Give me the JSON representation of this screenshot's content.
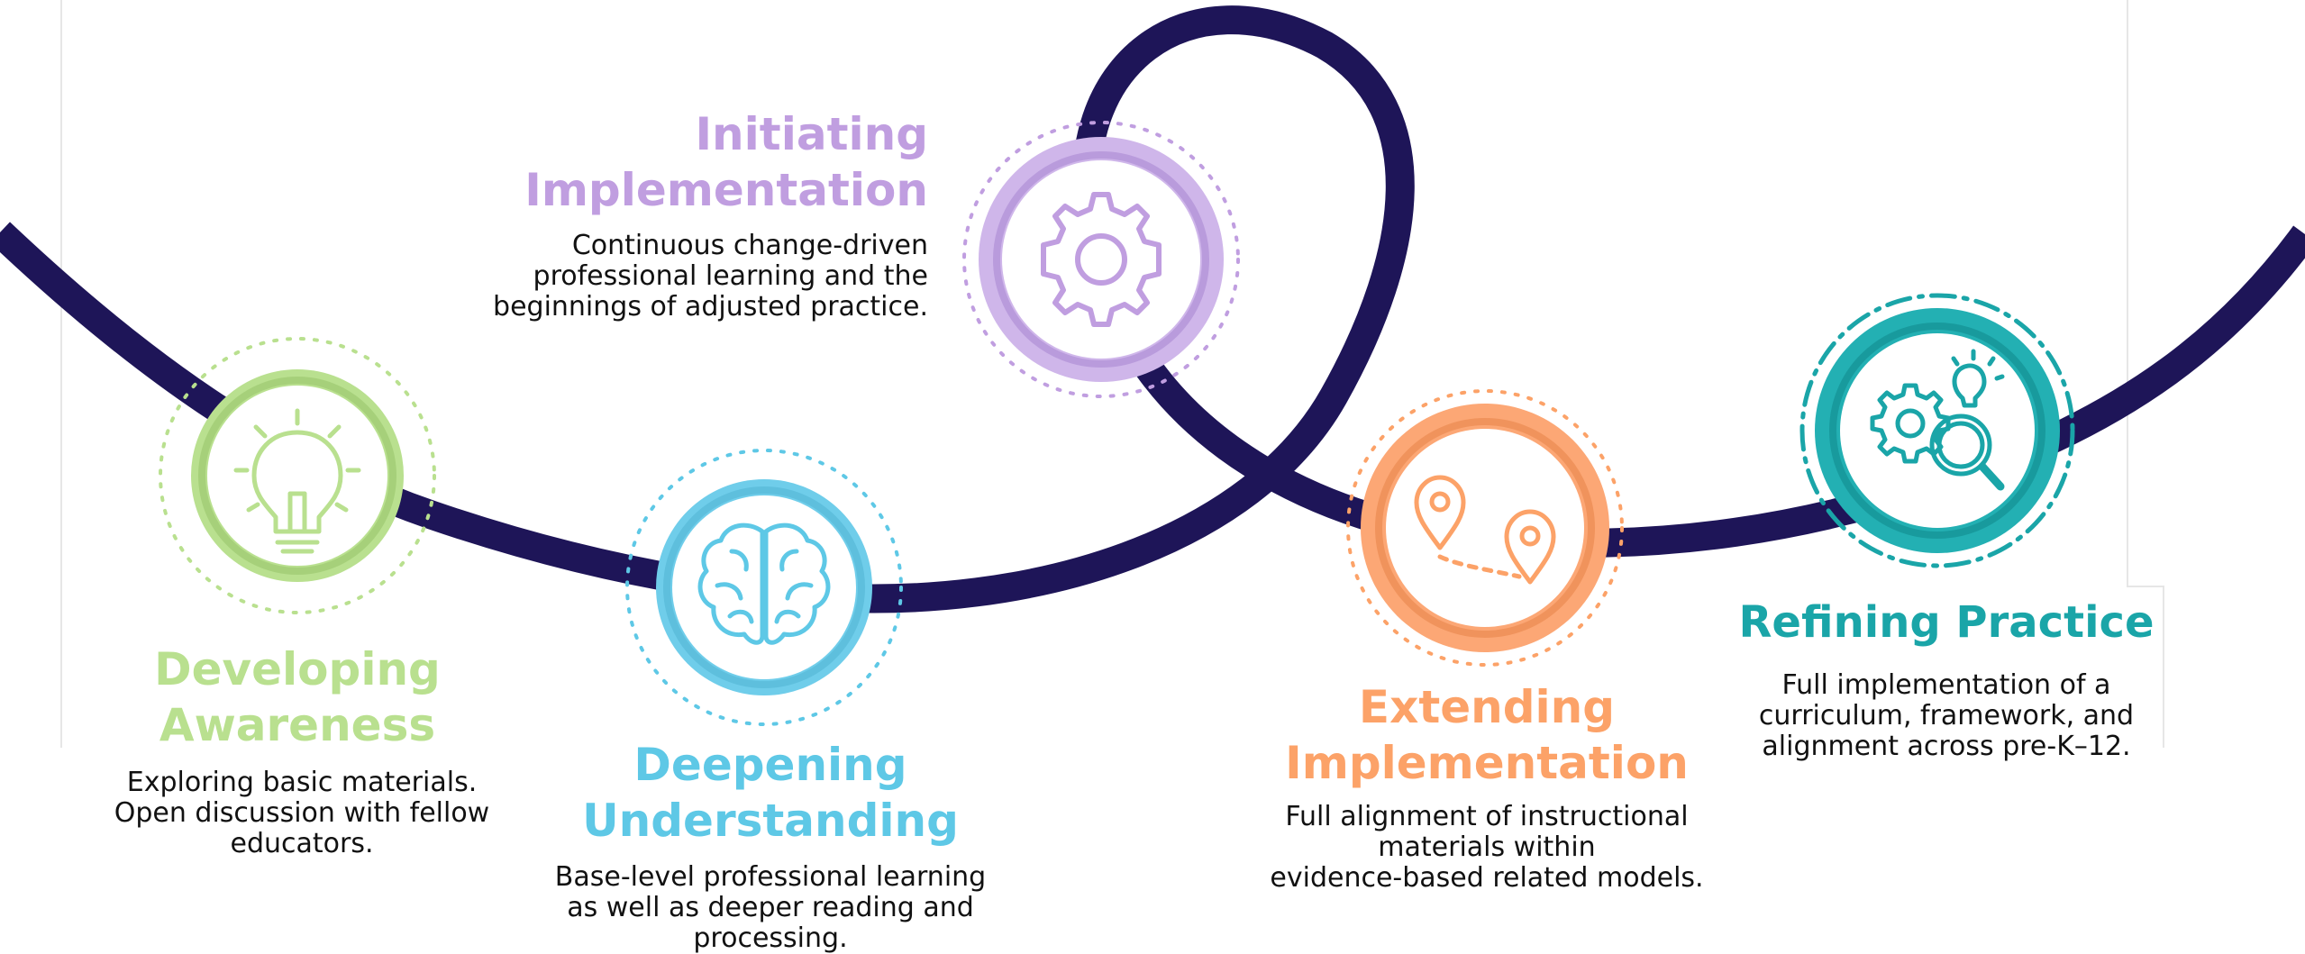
{
  "path_color": "#1e1558",
  "stages": [
    {
      "id": "developing",
      "title_line1": "Developing",
      "title_line2": "Awareness",
      "desc_line1": "Exploring basic materials.",
      "desc_line2": "Open discussion with fellow",
      "desc_line3": "educators.",
      "color": "#b9e08f",
      "icon": "lightbulb-icon"
    },
    {
      "id": "deepening",
      "title_line1": "Deepening",
      "title_line2": "Understanding",
      "desc_line1": "Base-level professional learning",
      "desc_line2": "as well as deeper reading and",
      "desc_line3": "processing.",
      "color": "#5ec8e6",
      "icon": "brain-icon"
    },
    {
      "id": "initiating",
      "title_line1": "Initiating",
      "title_line2": "Implementation",
      "desc_line1": "Continuous change-driven",
      "desc_line2": "professional learning and the",
      "desc_line3": "beginnings of adjusted practice.",
      "color": "#c09ee0",
      "icon": "gear-icon"
    },
    {
      "id": "extending",
      "title_line1": "Extending",
      "title_line2": "Implementation",
      "desc_line1": "Full alignment of instructional",
      "desc_line2": "materials within",
      "desc_line3": "evidence-based related models.",
      "color": "#fca268",
      "icon": "map-pins-icon"
    },
    {
      "id": "refining",
      "title_line1": "Refining Practice",
      "desc_line1": "Full implementation of a",
      "desc_line2": "curriculum, framework, and",
      "desc_line3": "alignment across pre-K–12.",
      "color": "#1aa5a8",
      "icon": "gear-magnifier-bulb-icon"
    }
  ]
}
